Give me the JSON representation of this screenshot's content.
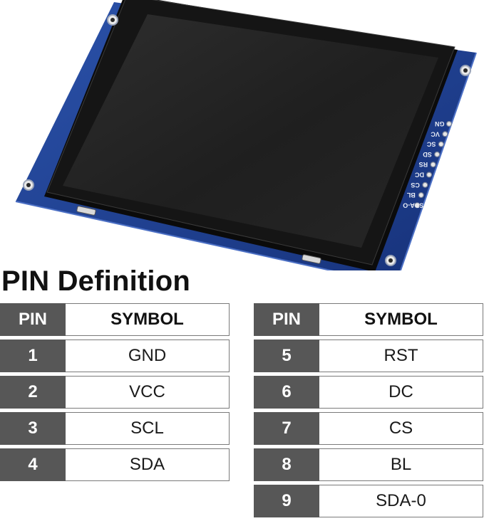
{
  "module": {
    "pin_labels": [
      "GN",
      "VC",
      "SC",
      "SD",
      "RS",
      "DC",
      "CS",
      "BL",
      "SDA-O"
    ]
  },
  "title": "PIN Definition",
  "tables": [
    {
      "header": {
        "pin": "PIN",
        "symbol": "SYMBOL"
      },
      "rows": [
        {
          "pin": "1",
          "symbol": "GND"
        },
        {
          "pin": "2",
          "symbol": "VCC"
        },
        {
          "pin": "3",
          "symbol": "SCL"
        },
        {
          "pin": "4",
          "symbol": "SDA"
        }
      ]
    },
    {
      "header": {
        "pin": "PIN",
        "symbol": "SYMBOL"
      },
      "rows": [
        {
          "pin": "5",
          "symbol": "RST"
        },
        {
          "pin": "6",
          "symbol": "DC"
        },
        {
          "pin": "7",
          "symbol": "CS"
        },
        {
          "pin": "8",
          "symbol": "BL"
        },
        {
          "pin": "9",
          "symbol": "SDA-0"
        }
      ]
    }
  ],
  "colors": {
    "pcb": "#1e3f8f",
    "bezel": "#111111",
    "screen": "#252525",
    "cell_dark": "#575757"
  }
}
